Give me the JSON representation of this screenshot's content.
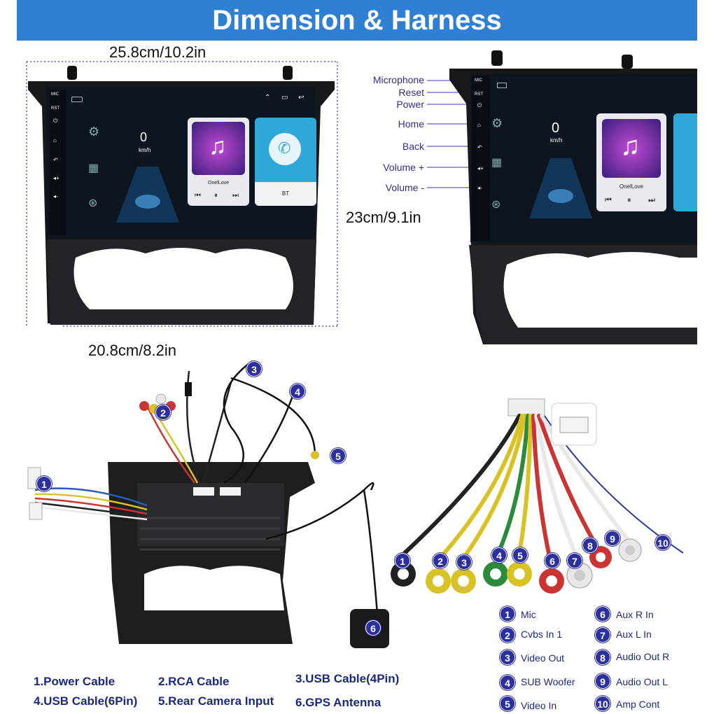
{
  "title": "Dimension & Harness",
  "dimensions": {
    "top_width": "25.8cm/10.2in",
    "height": "23cm/9.1in",
    "bottom_width": "20.8cm/8.2in"
  },
  "screen": {
    "speed_value": "0",
    "speed_unit": "km/h",
    "music_title": "OnelLove",
    "bt_label": "BT",
    "mic_label": "MIC",
    "rst_label": "RST"
  },
  "side_buttons": [
    "Microphone",
    "Reset",
    "Power",
    "Home",
    "Back",
    "Volume +",
    "Volume -"
  ],
  "cables": [
    "1.Power Cable",
    "2.RCA Cable",
    "3.USB Cable(4Pin)",
    "4.USB Cable(6Pin)",
    "5.Rear Camera Input",
    "6.GPS Antenna"
  ],
  "harness_callouts": [
    "1",
    "2",
    "3",
    "4",
    "5",
    "6"
  ],
  "rca_legend": [
    {
      "num": "1",
      "label": "Mic"
    },
    {
      "num": "2",
      "label": "Cvbs In 1"
    },
    {
      "num": "3",
      "label": "Video Out"
    },
    {
      "num": "4",
      "label": "SUB Woofer"
    },
    {
      "num": "5",
      "label": "Video In"
    },
    {
      "num": "6",
      "label": "Aux R In"
    },
    {
      "num": "7",
      "label": "Aux L In"
    },
    {
      "num": "8",
      "label": "Audio Out R"
    },
    {
      "num": "9",
      "label": "Audio Out L"
    },
    {
      "num": "10",
      "label": "Amp Cont"
    }
  ],
  "rca_numbers": [
    "1",
    "2",
    "3",
    "4",
    "5",
    "6",
    "7",
    "8",
    "9",
    "10"
  ],
  "colors": {
    "banner": "#2f7fd3",
    "badge": "#2c2f9e",
    "label_text": "#1a2a80"
  }
}
